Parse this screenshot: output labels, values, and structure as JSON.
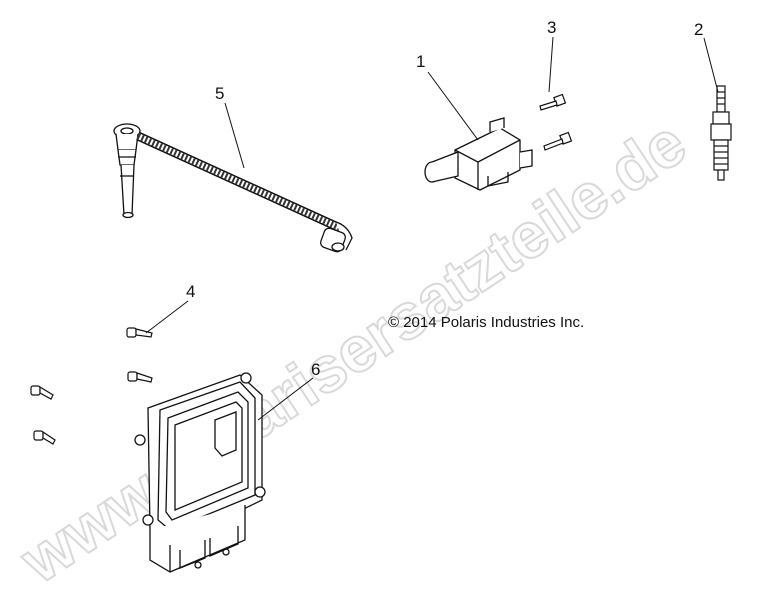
{
  "callouts": {
    "c1": "1",
    "c2": "2",
    "c3": "3",
    "c4": "4",
    "c5": "5",
    "c6": "6"
  },
  "copyright": "© 2014 Polaris Industries Inc.",
  "watermark": "www.polarisersatzteile.de",
  "parts": {
    "p1": "ignition-coil",
    "p2": "spark-plug",
    "p3": "coil-bolt",
    "p4": "ecu-bolt",
    "p5": "spark-plug-wire",
    "p6": "engine-control-unit"
  },
  "colors": {
    "line": "#111111",
    "watermark_outline": "#d9d9d9"
  }
}
